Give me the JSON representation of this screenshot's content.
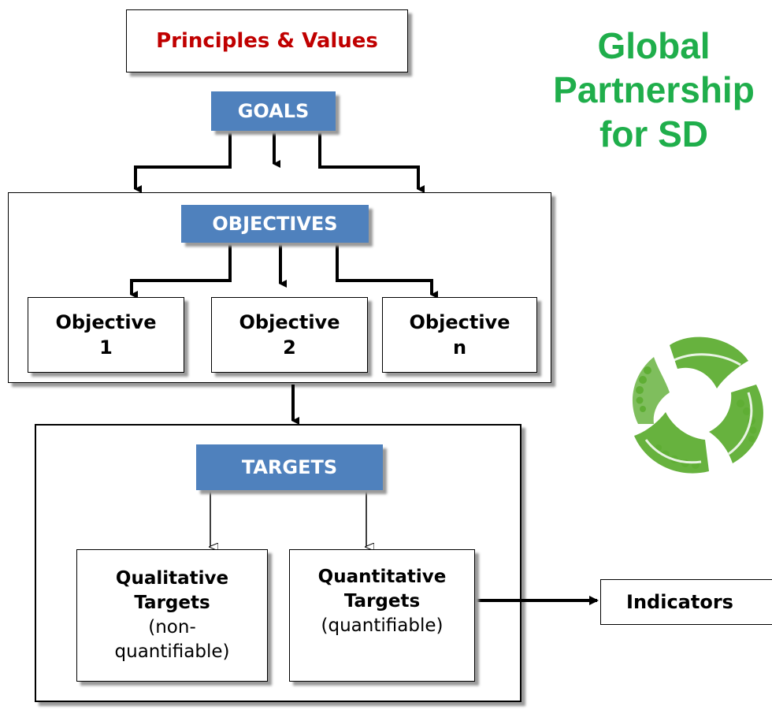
{
  "diagram": {
    "principles_values": "Principles & Values",
    "goals": "GOALS",
    "objectives": "OBJECTIVES",
    "objective_1": {
      "line1": "Objective",
      "line2": "1"
    },
    "objective_2": {
      "line1": "Objective",
      "line2": "2"
    },
    "objective_n": {
      "line1": "Objective",
      "line2": "n"
    },
    "targets": "TARGETS",
    "qualitative": {
      "line1": "Qualitative",
      "line2": "Targets",
      "line3": "(non-",
      "line4": "quantifiable)"
    },
    "quantitative": {
      "line1": "Quantitative",
      "line2": "Targets",
      "line3": "(quantifiable)"
    },
    "indicators": "Indicators"
  },
  "side_title": {
    "line1": "Global",
    "line2": "Partnership",
    "line3": "for SD"
  },
  "colors": {
    "blue_box": "#4f81bd",
    "red_text": "#c00000",
    "green_text": "#1fae4b",
    "leaf_green": "#5fae34"
  }
}
